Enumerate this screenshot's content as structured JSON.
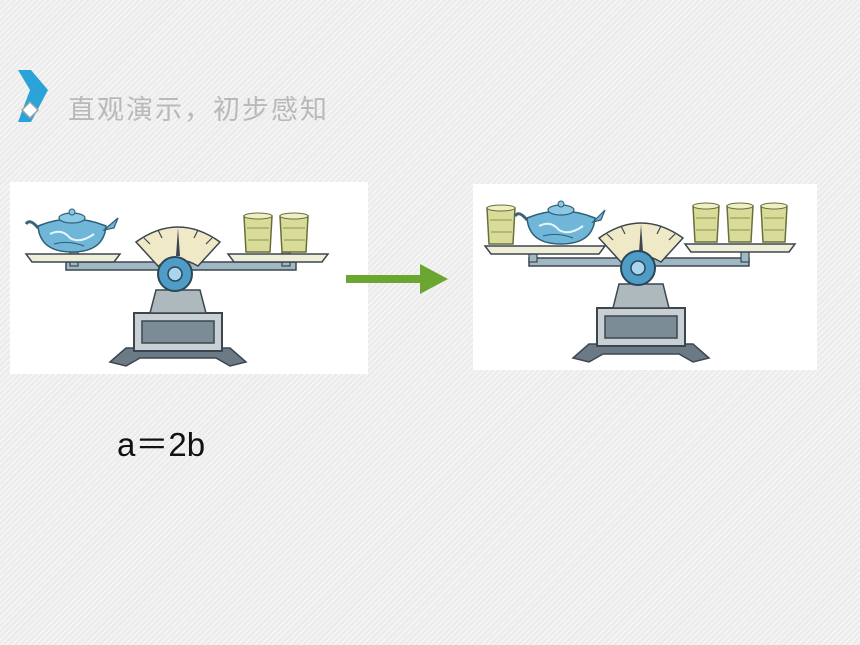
{
  "slide": {
    "title": "直观演示，初步感知",
    "formula": "a＝2b"
  },
  "colors": {
    "title_text": "#b9b9b9",
    "accent_blue": "#2aa3d8",
    "arrow_green": "#6aa630",
    "teapot_blue": "#6fb6d8",
    "cup_yellow": "#d8dc98"
  },
  "illustrations": {
    "before": {
      "left_pan": [
        "teapot-icon"
      ],
      "right_pan": [
        "cup-icon",
        "cup-icon"
      ],
      "state": "balanced"
    },
    "after": {
      "left_pan": [
        "cup-icon",
        "teapot-icon"
      ],
      "right_pan": [
        "cup-icon",
        "cup-icon",
        "cup-icon"
      ],
      "state": "balanced"
    }
  }
}
